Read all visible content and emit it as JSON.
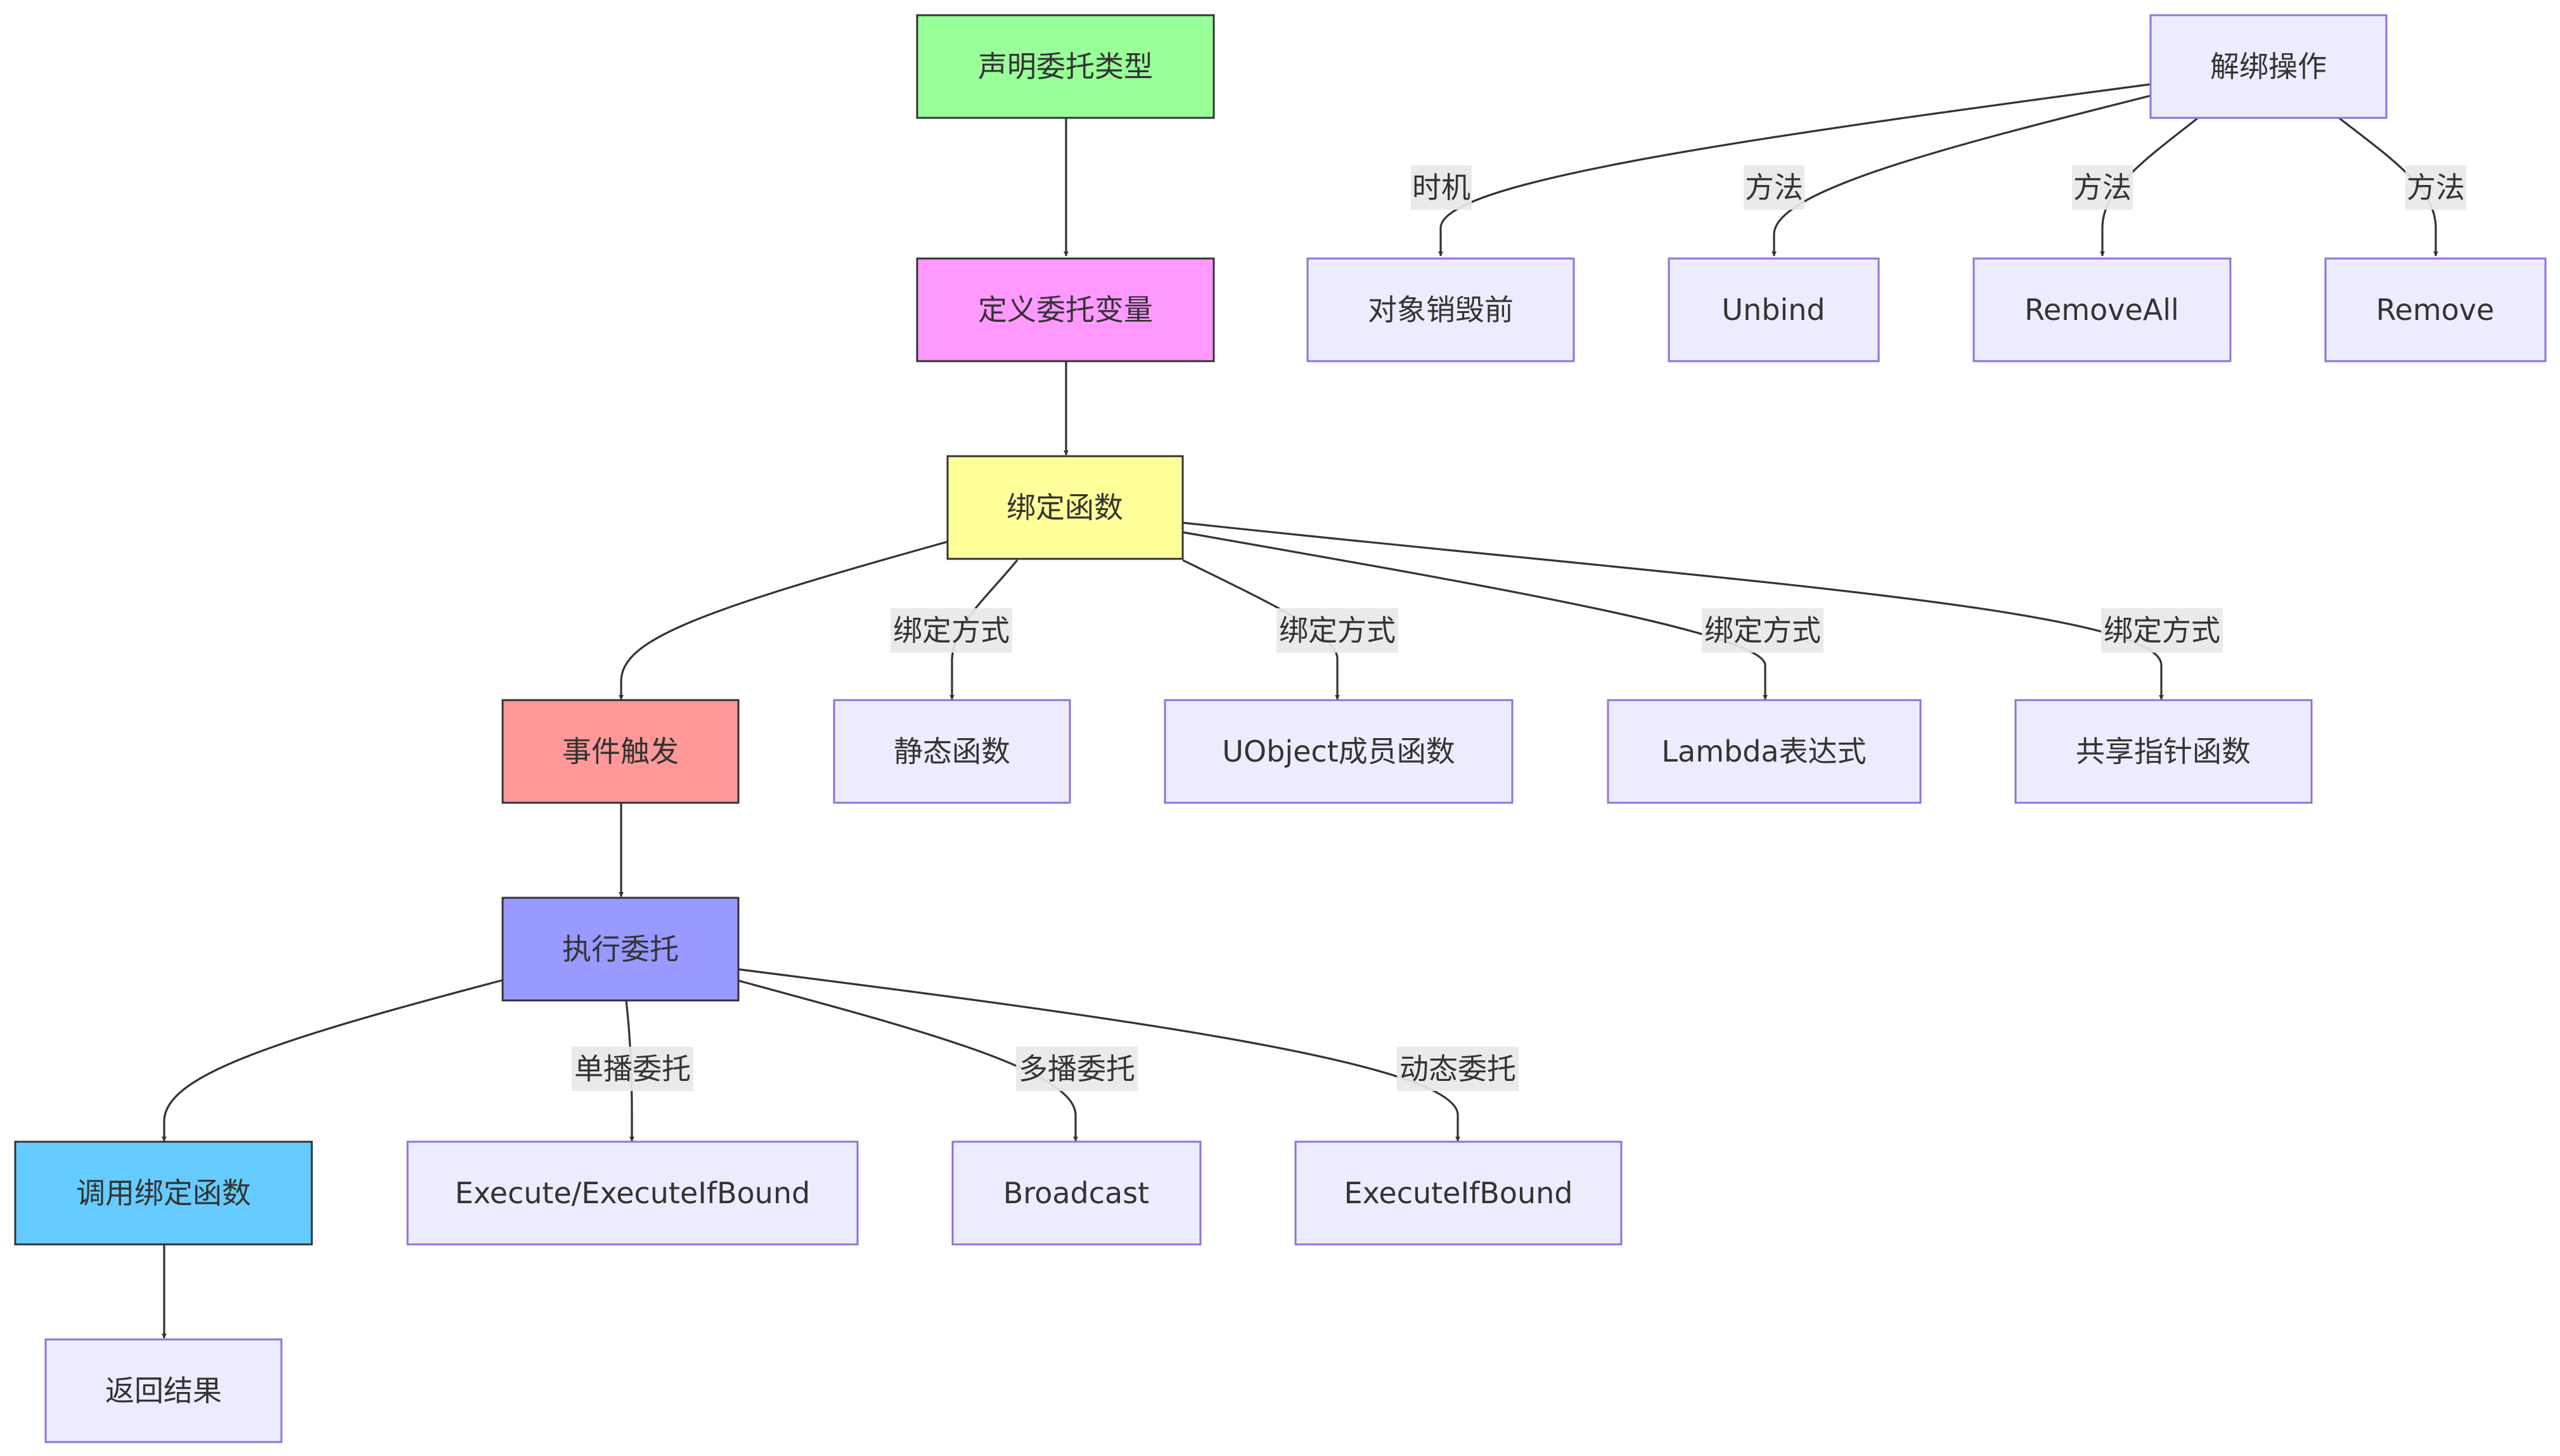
{
  "colors": {
    "default_fill": "#ECECFF",
    "default_stroke": "#9370DB",
    "highlight_stroke": "#333333",
    "edge": "#333333",
    "edge_label_bg": "#e8e8e8"
  },
  "nodes": {
    "declare": {
      "label": "声明委托类型",
      "fill": "#99FF99"
    },
    "define": {
      "label": "定义委托变量",
      "fill": "#FF99FF"
    },
    "bind": {
      "label": "绑定函数",
      "fill": "#FFFF99"
    },
    "event": {
      "label": "事件触发",
      "fill": "#FF9999"
    },
    "execute": {
      "label": "执行委托",
      "fill": "#9999FF"
    },
    "call": {
      "label": "调用绑定函数",
      "fill": "#66CCFF"
    },
    "result": {
      "label": "返回结果"
    },
    "static_fn": {
      "label": "静态函数"
    },
    "uobject_fn": {
      "label": "UObject成员函数"
    },
    "lambda": {
      "label": "Lambda表达式"
    },
    "shared_ptr_fn": {
      "label": "共享指针函数"
    },
    "exec_bound": {
      "label": "Execute/ExecuteIfBound"
    },
    "broadcast": {
      "label": "Broadcast"
    },
    "exec_if_bound": {
      "label": "ExecuteIfBound"
    },
    "unbind_ops": {
      "label": "解绑操作"
    },
    "before_destroy": {
      "label": "对象销毁前"
    },
    "unbind": {
      "label": "Unbind"
    },
    "remove_all": {
      "label": "RemoveAll"
    },
    "remove": {
      "label": "Remove"
    }
  },
  "edges": [
    {
      "id": "declare-define",
      "label": ""
    },
    {
      "id": "define-bind",
      "label": ""
    },
    {
      "id": "bind-event",
      "label": ""
    },
    {
      "id": "bind-static",
      "label": "绑定方式"
    },
    {
      "id": "bind-uobject",
      "label": "绑定方式"
    },
    {
      "id": "bind-lambda",
      "label": "绑定方式"
    },
    {
      "id": "bind-shared",
      "label": "绑定方式"
    },
    {
      "id": "event-execute",
      "label": ""
    },
    {
      "id": "execute-call",
      "label": ""
    },
    {
      "id": "execute-single",
      "label": "单播委托"
    },
    {
      "id": "execute-multi",
      "label": "多播委托"
    },
    {
      "id": "execute-dynamic",
      "label": "动态委托"
    },
    {
      "id": "call-result",
      "label": ""
    },
    {
      "id": "unbind-timing",
      "label": "时机"
    },
    {
      "id": "unbind-unbind",
      "label": "方法"
    },
    {
      "id": "unbind-removeall",
      "label": "方法"
    },
    {
      "id": "unbind-remove",
      "label": "方法"
    }
  ]
}
